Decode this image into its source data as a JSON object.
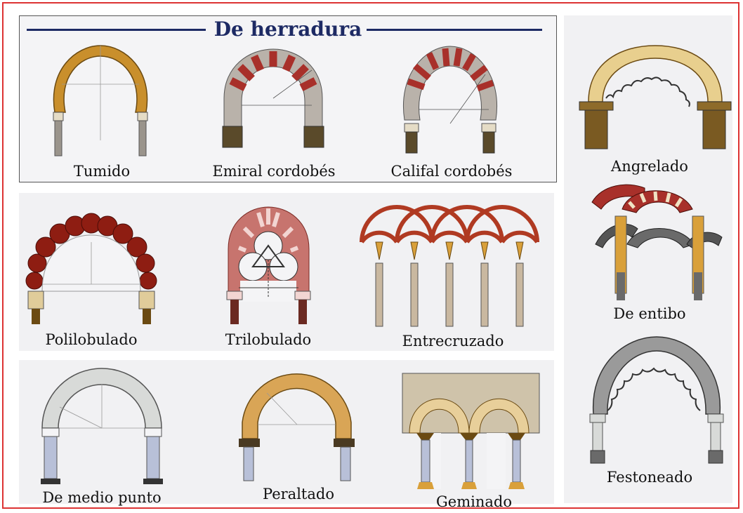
{
  "section_title": "De herradura",
  "captions": {
    "tumido": "Tumido",
    "emiral": "Emiral cordobés",
    "califal": "Califal cordobés",
    "angrelado": "Angrelado",
    "polilobulado": "Polilobulado",
    "trilobulado": "Trilobulado",
    "entrecruzado": "Entrecruzado",
    "entibo": "De entibo",
    "medio_punto": "De medio punto",
    "peraltado": "Peraltado",
    "geminado": "Geminado",
    "festoneado": "Festoneado"
  },
  "colors": {
    "border": "#dd3333",
    "title": "#1d2a64",
    "ochre": "#c98f2c",
    "red_voussoir": "#a8302a",
    "cream": "#efe3c4",
    "grey": "#a8a8a8",
    "dark": "#4a3a22"
  }
}
